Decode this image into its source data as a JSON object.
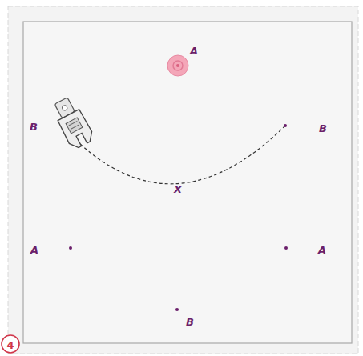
{
  "diagram": {
    "labels": [
      "A",
      "B",
      "B",
      "X",
      "A",
      "A",
      "B",
      "4"
    ]
  }
}
